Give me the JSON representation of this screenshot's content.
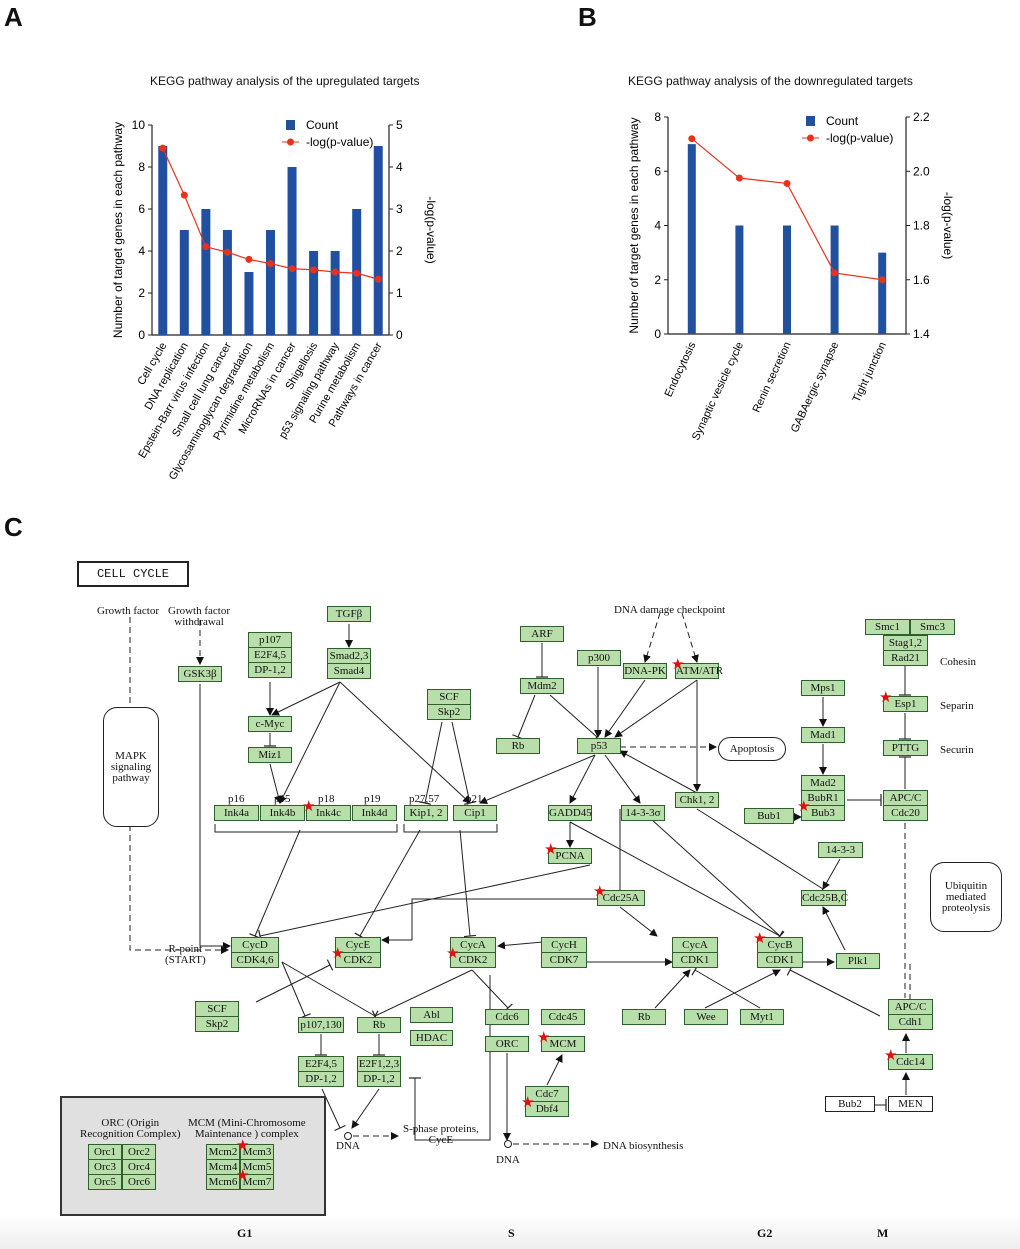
{
  "panels": {
    "a": "A",
    "b": "B",
    "c": "C"
  },
  "chart_data": [
    {
      "type": "bar",
      "title": "KEGG pathway analysis of the upregulated  targets",
      "categories": [
        "Cell cycle",
        "DNA replication",
        "Epstein-Barr virus infection",
        "Small cell lung cancer",
        "Glycosaminoglycan degradation",
        "Pyrimidine metabolism",
        "MicroRNAs in cancer",
        "Shigellosis",
        "p53 signaling pathway",
        "Purine metabolism",
        "Pathways in cancer"
      ],
      "series": [
        {
          "name": "Count",
          "type": "bar",
          "axis": "left",
          "color": "#2150a0",
          "values": [
            9,
            5,
            6,
            5,
            3,
            5,
            8,
            4,
            4,
            6,
            9
          ]
        },
        {
          "name": "-log(p-value)",
          "type": "line",
          "axis": "right",
          "color": "#e8321e",
          "values": [
            4.45,
            3.33,
            2.1,
            1.97,
            1.8,
            1.7,
            1.58,
            1.55,
            1.5,
            1.47,
            1.33
          ]
        }
      ],
      "ylabel": "Number of target genes in each pathway",
      "y2label": "-log(p-value)",
      "ylim": [
        0,
        10
      ],
      "yticks": [
        0,
        2,
        4,
        6,
        8,
        10
      ],
      "y2lim": [
        0,
        5
      ],
      "y2ticks": [
        0,
        1,
        2,
        3,
        4,
        5
      ],
      "grid": false,
      "legend": "top-right"
    },
    {
      "type": "bar",
      "title": "KEGG pathway analysis of the downregulated targets",
      "categories": [
        "Endocytosis",
        "Synaptic vesicle cycle",
        "Renin secretion",
        "GABAergic synapse",
        "Tight junction"
      ],
      "series": [
        {
          "name": "Count",
          "type": "bar",
          "axis": "left",
          "color": "#2150a0",
          "values": [
            7,
            4,
            4,
            4,
            3
          ]
        },
        {
          "name": "-log(p-value)",
          "type": "line",
          "axis": "right",
          "color": "#e8321e",
          "values": [
            2.12,
            1.975,
            1.955,
            1.625,
            1.6
          ]
        }
      ],
      "ylabel": "Number of target genes in each pathway",
      "y2label": "-log(p-value)",
      "ylim": [
        0,
        8
      ],
      "yticks": [
        0,
        2,
        4,
        6,
        8
      ],
      "y2lim": [
        1.4,
        2.2
      ],
      "y2ticks": [
        "1.4",
        "1.6",
        "1.8",
        "2.0",
        "2.2"
      ],
      "grid": false,
      "legend": "top-right"
    }
  ],
  "diagram": {
    "title": "CELL CYCLE",
    "node_color": "#b8deaa",
    "star_color": "#e01010",
    "nodes": [
      {
        "id": "gsk3b",
        "rows": [
          "GSK3β"
        ]
      },
      {
        "id": "p107e2f",
        "rows": [
          "p107",
          "E2F4,5",
          "DP-1,2"
        ]
      },
      {
        "id": "tgfb",
        "rows": [
          "TGFβ"
        ]
      },
      {
        "id": "smad",
        "rows": [
          "Smad2,3",
          "Smad4"
        ]
      },
      {
        "id": "cmyc",
        "rows": [
          "c-Myc"
        ]
      },
      {
        "id": "miz1",
        "rows": [
          "Miz1"
        ]
      },
      {
        "id": "ink4a",
        "rows": [
          "Ink4a"
        ]
      },
      {
        "id": "ink4b",
        "rows": [
          "Ink4b"
        ]
      },
      {
        "id": "ink4c",
        "rows": [
          "Ink4c"
        ],
        "star": 0
      },
      {
        "id": "ink4d",
        "rows": [
          "Ink4d"
        ]
      },
      {
        "id": "scf1",
        "rows": [
          "SCF",
          "Skp2"
        ]
      },
      {
        "id": "kip",
        "rows": [
          "Kip1, 2"
        ]
      },
      {
        "id": "cip",
        "rows": [
          "Cip1"
        ]
      },
      {
        "id": "arf",
        "rows": [
          "ARF"
        ]
      },
      {
        "id": "mdm2",
        "rows": [
          "Mdm2"
        ]
      },
      {
        "id": "rb1",
        "rows": [
          "Rb"
        ]
      },
      {
        "id": "p300",
        "rows": [
          "p300"
        ]
      },
      {
        "id": "p53",
        "rows": [
          "p53"
        ]
      },
      {
        "id": "dnapk",
        "rows": [
          "DNA-PK"
        ]
      },
      {
        "id": "atm",
        "rows": [
          "ATM/ATR"
        ],
        "star": 0
      },
      {
        "id": "gadd",
        "rows": [
          "GADD45"
        ]
      },
      {
        "id": "s1433s",
        "rows": [
          "14-3-3σ"
        ]
      },
      {
        "id": "chk",
        "rows": [
          "Chk1, 2"
        ]
      },
      {
        "id": "mps1",
        "rows": [
          "Mps1"
        ]
      },
      {
        "id": "mad1",
        "rows": [
          "Mad1"
        ]
      },
      {
        "id": "mad2",
        "rows": [
          "Mad2",
          "BubR1",
          "Bub3"
        ],
        "star": 2
      },
      {
        "id": "bub1",
        "rows": [
          "Bub1"
        ]
      },
      {
        "id": "smc1",
        "rows": [
          "Smc1"
        ]
      },
      {
        "id": "smc3",
        "rows": [
          "Smc3"
        ]
      },
      {
        "id": "stag",
        "rows": [
          "Stag1,2",
          "Rad21"
        ]
      },
      {
        "id": "esp1",
        "rows": [
          "Esp1"
        ],
        "star": 0
      },
      {
        "id": "pttg",
        "rows": [
          "PTTG"
        ]
      },
      {
        "id": "apcc20",
        "rows": [
          "APC/C",
          "Cdc20"
        ]
      },
      {
        "id": "s1433",
        "rows": [
          "14-3-3"
        ]
      },
      {
        "id": "cdc25bc",
        "rows": [
          "Cdc25B,C"
        ]
      },
      {
        "id": "pcna",
        "rows": [
          "PCNA"
        ],
        "star": 0
      },
      {
        "id": "cdc25a",
        "rows": [
          "Cdc25A"
        ],
        "star": 0
      },
      {
        "id": "cycd",
        "rows": [
          "CycD",
          "CDK4,6"
        ]
      },
      {
        "id": "cyce",
        "rows": [
          "CycE",
          "CDK2"
        ],
        "star": 1
      },
      {
        "id": "cyca2",
        "rows": [
          "CycA",
          "CDK2"
        ],
        "star": 1
      },
      {
        "id": "cych",
        "rows": [
          "CycH",
          "CDK7"
        ]
      },
      {
        "id": "cyca1",
        "rows": [
          "CycA",
          "CDK1"
        ]
      },
      {
        "id": "cycb",
        "rows": [
          "CycB",
          "CDK1"
        ],
        "star": 0
      },
      {
        "id": "plk1",
        "rows": [
          "Plk1"
        ]
      },
      {
        "id": "scf2",
        "rows": [
          "SCF",
          "Skp2"
        ]
      },
      {
        "id": "p107130",
        "rows": [
          "p107,130"
        ]
      },
      {
        "id": "rb2",
        "rows": [
          "Rb"
        ]
      },
      {
        "id": "abl",
        "rows": [
          "Abl"
        ]
      },
      {
        "id": "hdac",
        "rows": [
          "HDAC"
        ]
      },
      {
        "id": "cdc6",
        "rows": [
          "Cdc6"
        ]
      },
      {
        "id": "cdc45",
        "rows": [
          "Cdc45"
        ]
      },
      {
        "id": "orc",
        "rows": [
          "ORC"
        ]
      },
      {
        "id": "mcm",
        "rows": [
          "MCM"
        ],
        "star": 0
      },
      {
        "id": "e2f45",
        "rows": [
          "E2F4,5",
          "DP-1,2"
        ]
      },
      {
        "id": "e2f123",
        "rows": [
          "E2F1,2,3",
          "DP-1,2"
        ]
      },
      {
        "id": "cdc7",
        "rows": [
          "Cdc7",
          "Dbf4"
        ],
        "star": 1
      },
      {
        "id": "rb3",
        "rows": [
          "Rb"
        ]
      },
      {
        "id": "wee",
        "rows": [
          "Wee"
        ]
      },
      {
        "id": "myt1",
        "rows": [
          "Myt1"
        ]
      },
      {
        "id": "apccdh1",
        "rows": [
          "APC/C",
          "Cdh1"
        ]
      },
      {
        "id": "cdc14",
        "rows": [
          "Cdc14"
        ],
        "star": 0
      },
      {
        "id": "bub2",
        "rows": [
          "Bub2"
        ],
        "white": true
      },
      {
        "id": "men",
        "rows": [
          "MEN"
        ],
        "white": true
      },
      {
        "id": "orc1",
        "rows": [
          "Orc1",
          "Orc3",
          "Orc5"
        ]
      },
      {
        "id": "orc2",
        "rows": [
          "Orc2",
          "Orc4",
          "Orc6"
        ]
      },
      {
        "id": "mcm2",
        "rows": [
          "Mcm2",
          "Mcm4",
          "Mcm6"
        ]
      },
      {
        "id": "mcm3",
        "rows": [
          "Mcm3",
          "Mcm5",
          "Mcm7"
        ],
        "star": 0,
        "star2": 2
      }
    ],
    "labels": [
      {
        "id": "gf",
        "text": "Growth factor"
      },
      {
        "id": "gfw",
        "text": "Growth factor\nwithdrawal"
      },
      {
        "id": "ddc",
        "text": "DNA damage checkpoint"
      },
      {
        "id": "p16",
        "text": "p16"
      },
      {
        "id": "p15",
        "text": "p15"
      },
      {
        "id": "p18",
        "text": "p18"
      },
      {
        "id": "p19",
        "text": "p19"
      },
      {
        "id": "p2757",
        "text": "p27,57"
      },
      {
        "id": "p21",
        "text": "p21"
      },
      {
        "id": "cohesin",
        "text": "Cohesin"
      },
      {
        "id": "separin",
        "text": "Separin"
      },
      {
        "id": "securin",
        "text": "Securin"
      },
      {
        "id": "rpoint",
        "text": "R-point\n(START)"
      },
      {
        "id": "dna1",
        "text": "DNA"
      },
      {
        "id": "dna2",
        "text": "DNA"
      },
      {
        "id": "sphase",
        "text": "S-phase proteins,\nCycE"
      },
      {
        "id": "dnabio",
        "text": "DNA biosynthesis"
      },
      {
        "id": "orclab",
        "text": "ORC (Origin\nRecognition Complex)"
      },
      {
        "id": "mcmlab",
        "text": "MCM (Mini-Chromosome\nMaintenance ) complex"
      }
    ],
    "ovals": [
      {
        "id": "mapk",
        "text": "MAPK\nsignaling\npathway"
      },
      {
        "id": "apoptosis",
        "text": "Apoptosis"
      },
      {
        "id": "ubiq",
        "text": "Ubiquitin\nmediated\nproteolysis"
      }
    ],
    "phases": [
      "G1",
      "S",
      "G2",
      "M"
    ]
  }
}
